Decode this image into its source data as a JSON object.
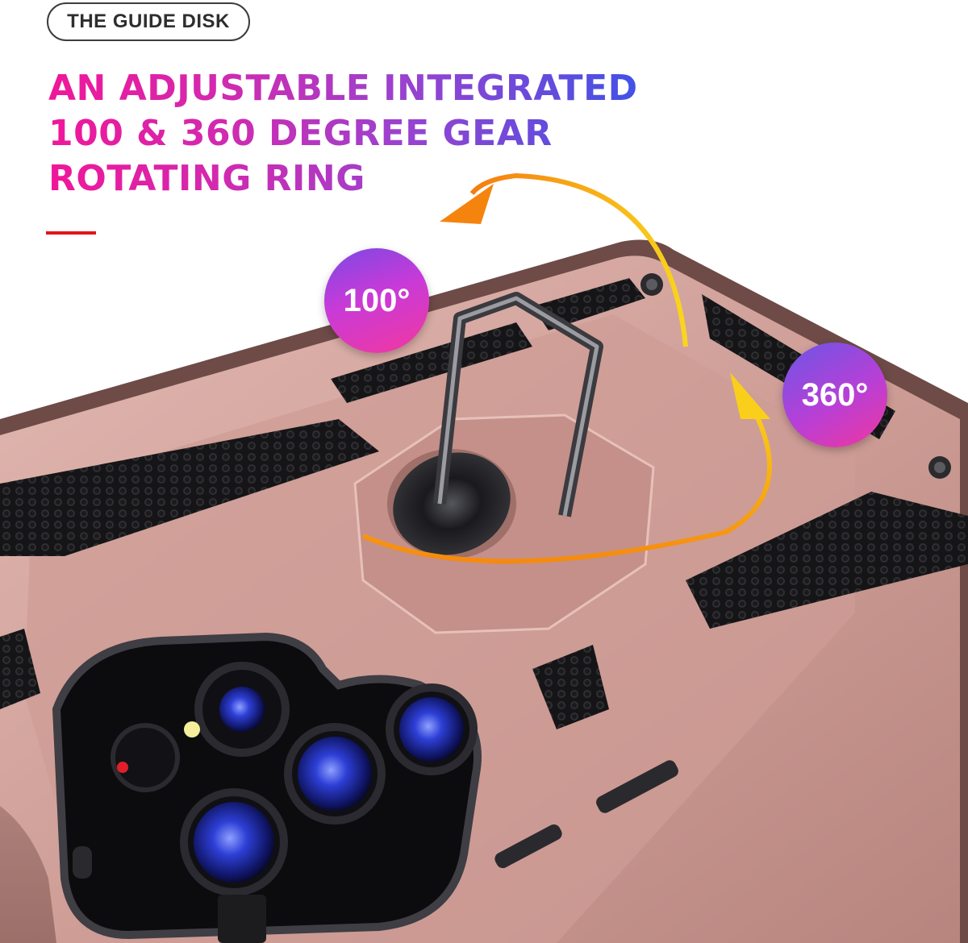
{
  "badge": {
    "label": "THE GUIDE DISK"
  },
  "headline": {
    "line1": "AN ADJUSTABLE INTEGRATED",
    "line2": "100 & 360 DEGREE GEAR",
    "line3": "ROTATING RING"
  },
  "callouts": {
    "tilt": "100°",
    "spin": "360°"
  },
  "colors": {
    "headline_start": "#f0179a",
    "headline_end": "#4152e6",
    "accent_line": "#e3141c",
    "case": "#d3a49c",
    "case_shade": "#b98982",
    "grip": "#1c1c1e",
    "lens": "#2433c8",
    "arrow_start": "#f5840f",
    "arrow_end": "#f7d21a"
  }
}
